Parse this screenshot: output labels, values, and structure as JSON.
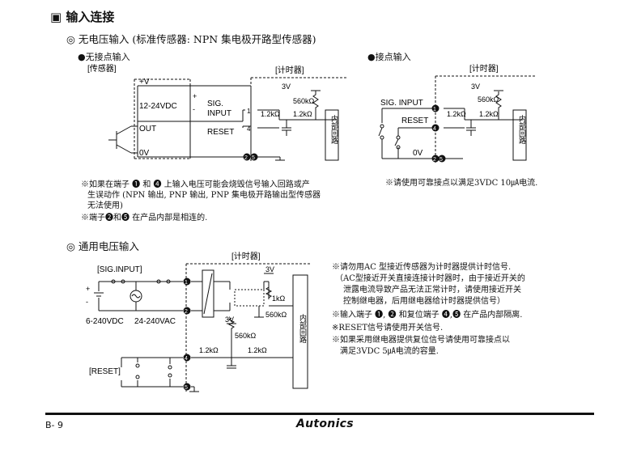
{
  "section": {
    "marker": "▣",
    "title": "输入连接"
  },
  "s1": {
    "heading": "◎ 无电压输入 (标准传感器: NPN 集电极开路型传感器)",
    "left": {
      "title": "●无接点输入",
      "sensor_label": "[传感器]",
      "timer_label": "[计时器]",
      "plus_v": "+V",
      "vdc": "12-24VDC",
      "out": "OUT",
      "zero_v": "0V",
      "sig": "SIG.",
      "input": "INPUT",
      "reset": "RESET",
      "v3": "3V",
      "r560": "560kΩ",
      "r12a": "1.2kΩ",
      "r12b": "1.2kΩ",
      "internal": "内部回路",
      "t1": "1",
      "t4": "4",
      "t2": "2",
      "t5": "5",
      "plus": "+",
      "minus": "-"
    },
    "right": {
      "title": "●接点输入",
      "timer_label": "[计时器]",
      "sig_input": "SIG. INPUT",
      "reset": "RESET",
      "zero_v": "0V",
      "v3": "3V",
      "r560": "560kΩ",
      "r12a": "1.2kΩ",
      "r12b": "1.2kΩ",
      "internal": "内部回路",
      "t1": "1",
      "t4": "4",
      "t2": "2",
      "t5": "5"
    },
    "note_left_1": "※如果在端子 ❶ 和 ❹ 上输入电压可能会烧毁信号输入回路或产",
    "note_left_2": "生误动作 (NPN 输出, PNP 输出, PNP 集电极开路输出型传感器",
    "note_left_3": "无法使用)",
    "note_left_4": "※端子❷和❺ 在产品内部是相连的.",
    "note_right": "※请使用可靠接点以满足3VDC 10㎂电流."
  },
  "s2": {
    "heading": "◎ 通用电压输入",
    "timer_label": "[计时器]",
    "sig_input": "[SIG.INPUT]",
    "plus": "+",
    "minus": "-",
    "dc": "6-240VDC",
    "ac": "24-240VAC",
    "v3a": "3V",
    "r1k": "1kΩ",
    "r560a": "560kΩ",
    "v3b": "3V",
    "r560b": "560kΩ",
    "r12a": "1.2kΩ",
    "r12b": "1.2kΩ",
    "reset": "[RESET]",
    "internal": "内部回路",
    "t1": "1",
    "t2": "2",
    "t4": "4",
    "t5": "5",
    "notes": [
      "※请勿用AC 型接近传感器为计时器提供计时信号.",
      "（AC型接近开关直接连接计时器时，由于接近开关的",
      "泄露电流导致产品无法正常计时，请使用接近开关",
      "控制继电器，后用继电器给计时器提供信号）",
      "※输入端子 ❶, ❷ 和复位端子 ❹,❺ 在产品内部隔离.",
      "※RESET信号请使用开关信号.",
      "※如果采用继电器提供复位信号请使用可靠接点以",
      "满足3VDC 5㎂电流的容量."
    ]
  },
  "footer": {
    "page": "B- 9",
    "brand": "Autonics"
  }
}
